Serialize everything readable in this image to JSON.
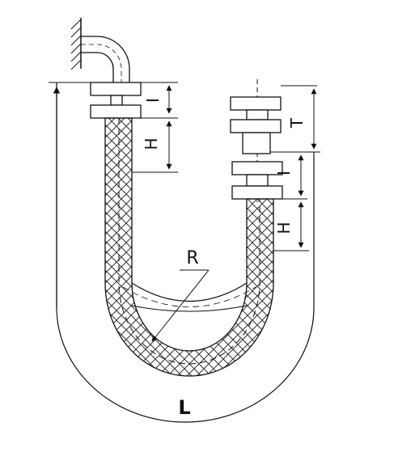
{
  "labels": {
    "l_top": "I",
    "h_left": "H",
    "t_right": "T",
    "l_right": "I",
    "h_right": "H",
    "radius": "R",
    "length": "L"
  }
}
